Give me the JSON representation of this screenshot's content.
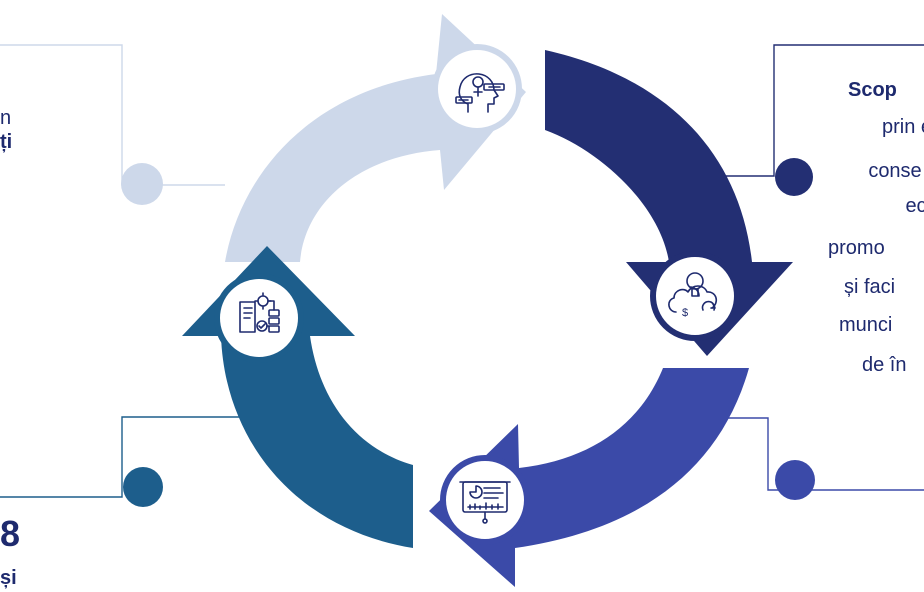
{
  "colors": {
    "light": "#cdd8ea",
    "navy": "#232f73",
    "royal": "#3b4aa8",
    "teal": "#1d5e8c",
    "icon": "#1e2a6e",
    "background": "#ffffff"
  },
  "icons": {
    "top": "head-gears-icon",
    "right": "idea-money-cloud-icon",
    "bottom": "presentation-board-icon",
    "left": "document-gear-flow-icon"
  },
  "text": {
    "top_left_line1": "n",
    "top_left_line2": "ți",
    "right_title": "Scop",
    "right_lines": [
      "prin e",
      "conse",
      "ec",
      "promo",
      "și faci",
      "munci",
      "de în"
    ],
    "bottom_left_number": "8",
    "bottom_left_word": "și"
  }
}
